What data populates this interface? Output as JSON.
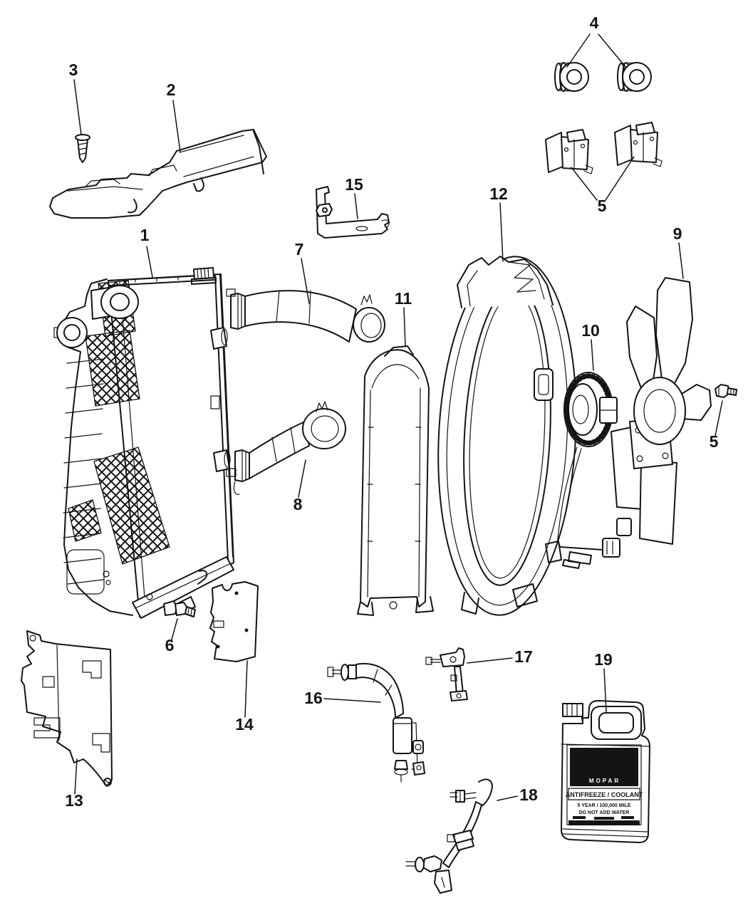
{
  "page": {
    "background": "#ffffff",
    "line_color": "#141414"
  },
  "callouts": {
    "c1": "1",
    "c2": "2",
    "c3": "3",
    "c4": "4",
    "c5_top": "5",
    "c5_right": "5",
    "c6": "6",
    "c7": "7",
    "c8": "8",
    "c9": "9",
    "c10": "10",
    "c11": "11",
    "c12": "12",
    "c13": "13",
    "c14": "14",
    "c15": "15",
    "c16": "16",
    "c17": "17",
    "c18": "18",
    "c19": "19"
  },
  "jug_label": {
    "brand": "MOPAR",
    "product": "ANTIFREEZE / COOLANT",
    "warranty": "5 YEAR / 100,000 MILE",
    "warning": "DO NOT ADD WATER"
  }
}
